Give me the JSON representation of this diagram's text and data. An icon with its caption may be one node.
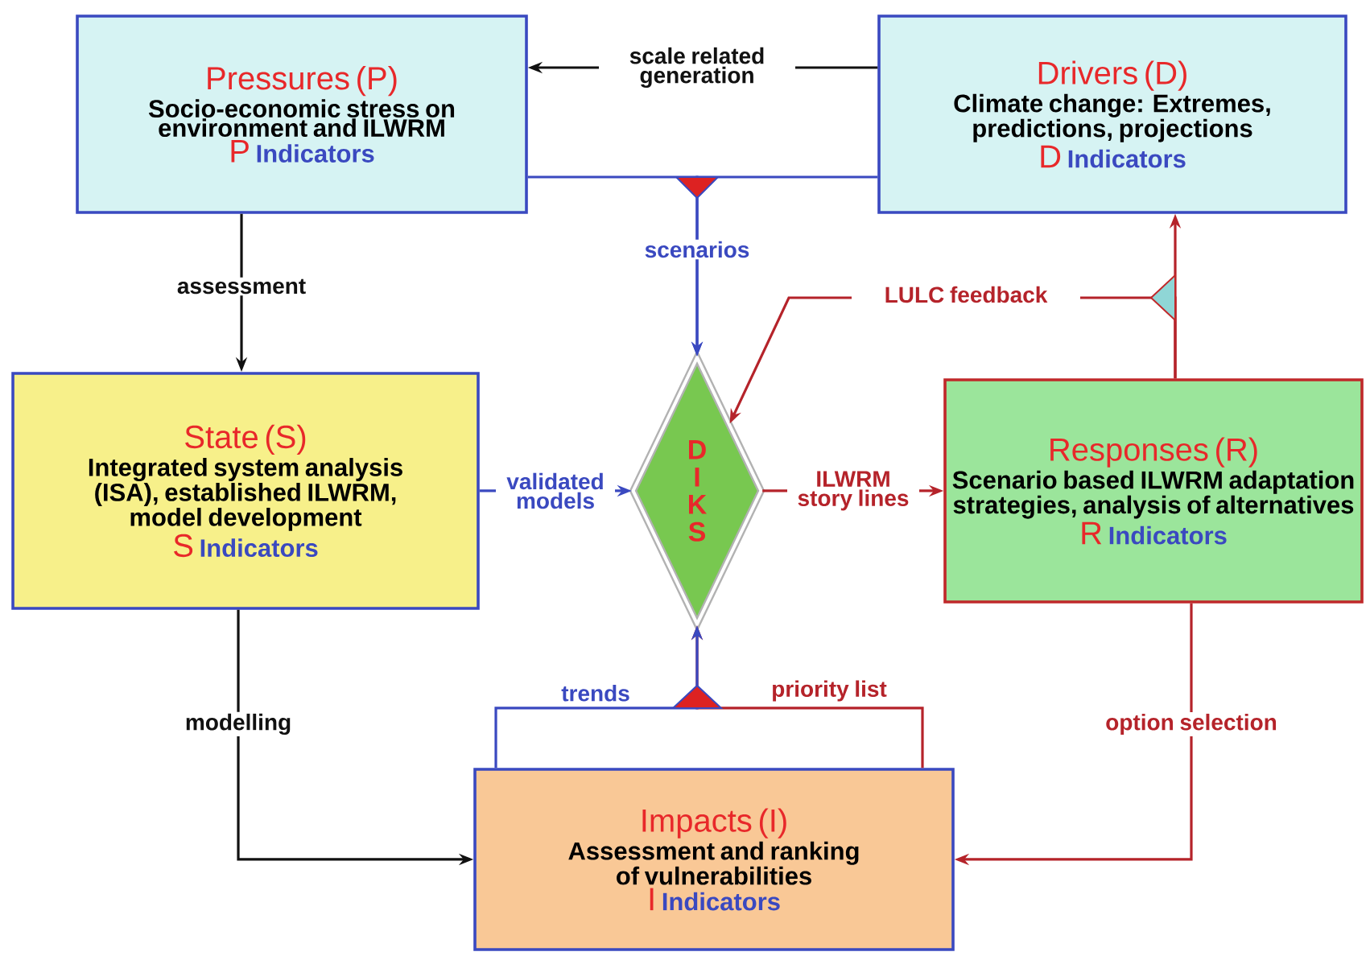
{
  "diagram": {
    "nodes": [
      {
        "text": [
          "Pressures (P)",
          "Socio-economic stress on environment and ILWRM",
          "P",
          "Indicators"
        ]
      },
      {
        "text": [
          "Drivers (D)",
          "Climate change: Extremes, predictions, projections",
          "D",
          "Indicators"
        ]
      },
      {
        "text": [
          "State (S)",
          "Integrated system analysis (ISA), established ILWRM, model development",
          "S",
          "Indicators"
        ]
      },
      {
        "text": [
          "D",
          "I",
          "K",
          "S"
        ]
      },
      {
        "text": [
          "Responses (R)",
          "Scenario based ILWRM adaptation strategies, analysis of alternatives",
          "R",
          "Indicators"
        ]
      },
      {
        "text": [
          "Impacts (I)",
          "Assessment and ranking of vulnerabilities",
          "I",
          "Indicators"
        ]
      }
    ],
    "edges": [
      {
        "from": 1,
        "to": 0,
        "arrow": "to",
        "label": "scale related generation",
        "color": "#111111"
      },
      {
        "from": 0,
        "to": 3,
        "arrow": "to",
        "label": "scenarios",
        "color": "#3a49c0"
      },
      {
        "from": 1,
        "to": 3,
        "arrow": "to",
        "color": "#3a49c0"
      },
      {
        "from": 0,
        "to": 2,
        "arrow": "to",
        "label": "assessment",
        "color": "#111111"
      },
      {
        "from": 2,
        "to": 3,
        "arrow": "to",
        "label": "validated models",
        "color": "#3a49c0"
      },
      {
        "from": 3,
        "to": 4,
        "arrow": "to",
        "label": "ILWRM story lines"
      },
      {
        "from": 4,
        "to": 1,
        "arrow": "to"
      },
      {
        "from": 4,
        "to": 3,
        "arrow": "to",
        "label": "LULC feedback"
      },
      {
        "from": 2,
        "to": 5,
        "arrow": "to",
        "label": "modelling",
        "color": "#111111"
      },
      {
        "from": 4,
        "to": 5,
        "arrow": "to",
        "label": "option selection"
      },
      {
        "from": 5,
        "to": 3,
        "arrow": "to",
        "label": "priority list"
      },
      {
        "from": 5,
        "to": 3,
        "arrow": "to",
        "label": "trends",
        "color": "#3a49c0"
      }
    ]
  }
}
